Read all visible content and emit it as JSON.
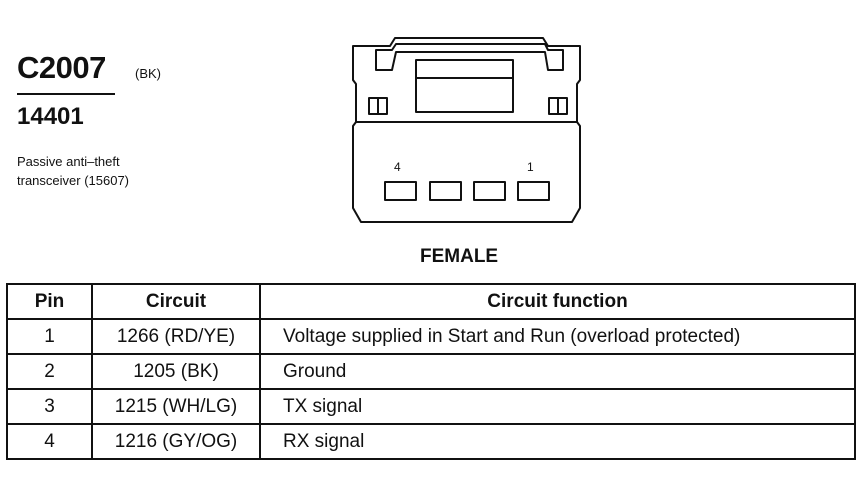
{
  "header": {
    "connector_id": "C2007",
    "color_code": "(BK)",
    "part_number": "14401",
    "description_lines": [
      "Passive anti–theft",
      "transceiver (15607)"
    ]
  },
  "connector": {
    "pin_labels": [
      "4",
      "1"
    ],
    "view": "FEMALE"
  },
  "table": {
    "headers": [
      "Pin",
      "Circuit",
      "Circuit function"
    ],
    "rows": [
      {
        "pin": "1",
        "circuit": "1266 (RD/YE)",
        "function": "Voltage supplied in Start and Run (overload protected)"
      },
      {
        "pin": "2",
        "circuit": "1205 (BK)",
        "function": "Ground"
      },
      {
        "pin": "3",
        "circuit": "1215 (WH/LG)",
        "function": "TX signal"
      },
      {
        "pin": "4",
        "circuit": "1216 (GY/OG)",
        "function": "RX signal"
      }
    ]
  }
}
